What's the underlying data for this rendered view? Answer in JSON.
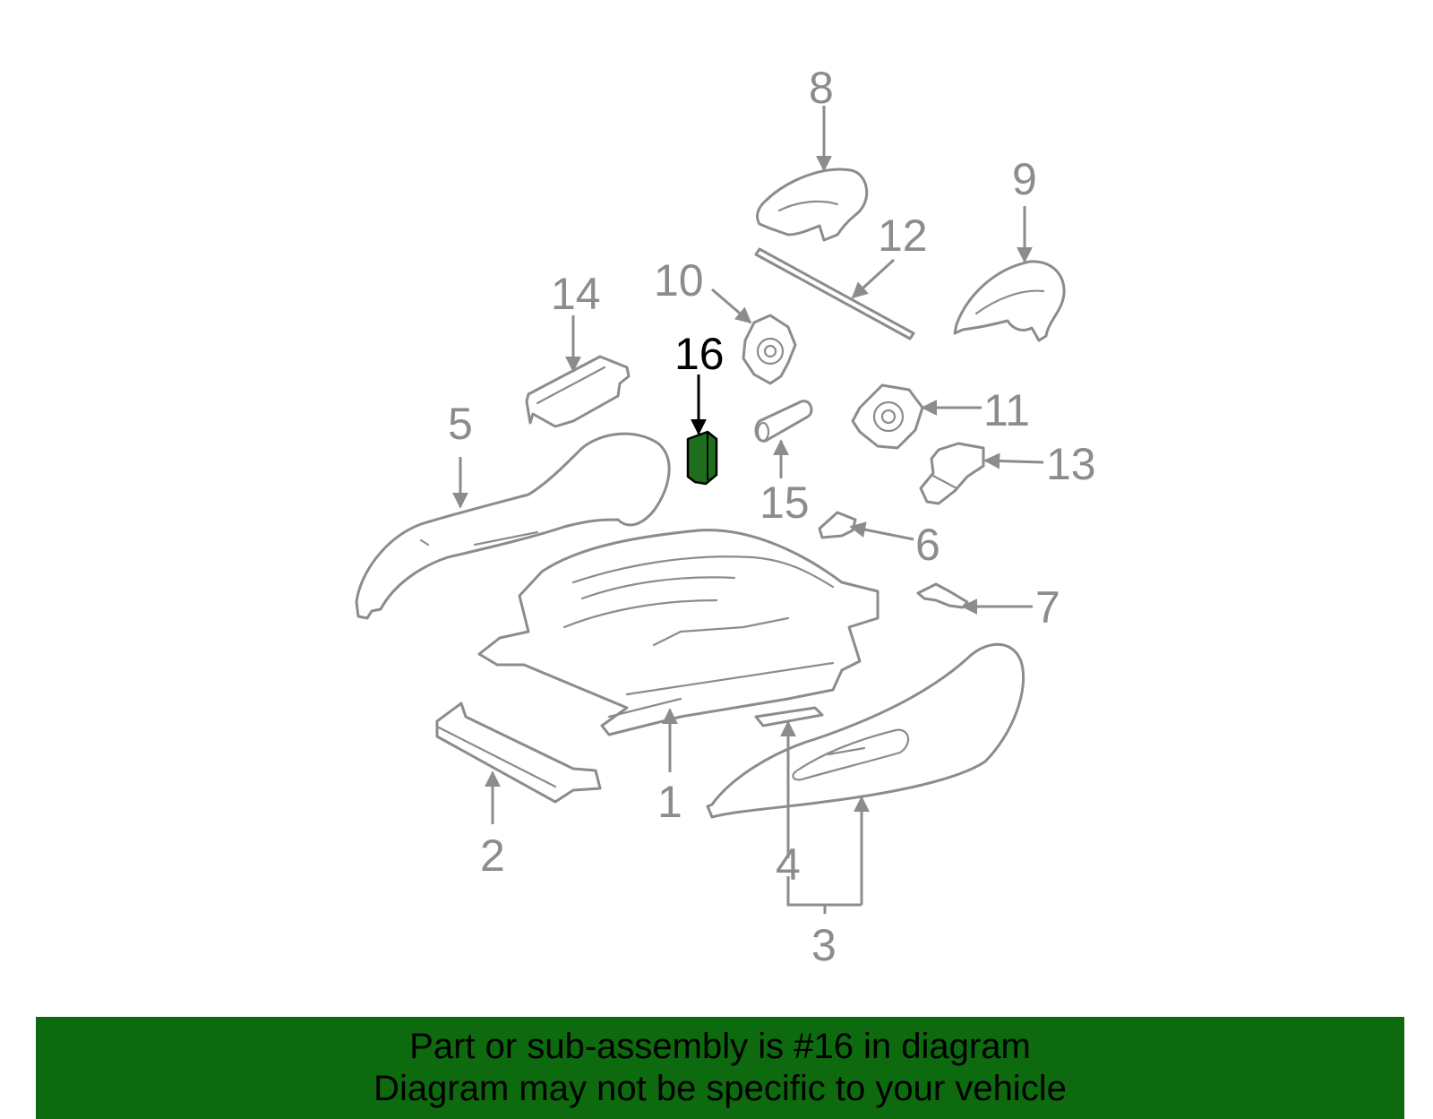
{
  "colors": {
    "banner_bg": "#0e6a0e",
    "highlight_part": "#1e6e1e",
    "line_gray": "#8c8c8c",
    "highlight_text": "#000000"
  },
  "callouts": {
    "c1": "1",
    "c2": "2",
    "c3": "3",
    "c4": "4",
    "c5": "5",
    "c6": "6",
    "c7": "7",
    "c8": "8",
    "c9": "9",
    "c10": "10",
    "c11": "11",
    "c12": "12",
    "c13": "13",
    "c14": "14",
    "c15": "15",
    "c16": "16"
  },
  "highlighted_part": "16",
  "banner": {
    "line1": "Part or sub-assembly is #16 in diagram",
    "line2": "Diagram may not be specific to your vehicle"
  }
}
